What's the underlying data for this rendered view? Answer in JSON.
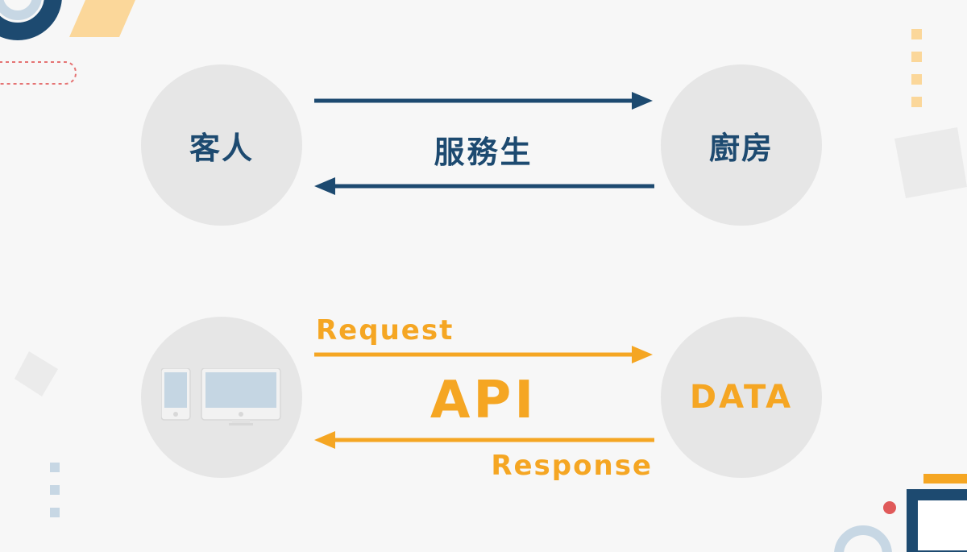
{
  "colors": {
    "navy": "#1d4a70",
    "orange": "#f5a623",
    "circle_fill": "#e6e6e6",
    "device_fill": "#c5d6e3",
    "device_frame": "#f4f4f4",
    "accent_red": "#e05a5a",
    "light_blue": "#c7d7e4"
  },
  "top_row": {
    "left_node": "客人",
    "middle_label": "服務生",
    "right_node": "廚房"
  },
  "bottom_row": {
    "left_node_icon": "devices-icon",
    "request_label": "Request",
    "middle_label": "API",
    "response_label": "Response",
    "right_node": "DATA"
  }
}
